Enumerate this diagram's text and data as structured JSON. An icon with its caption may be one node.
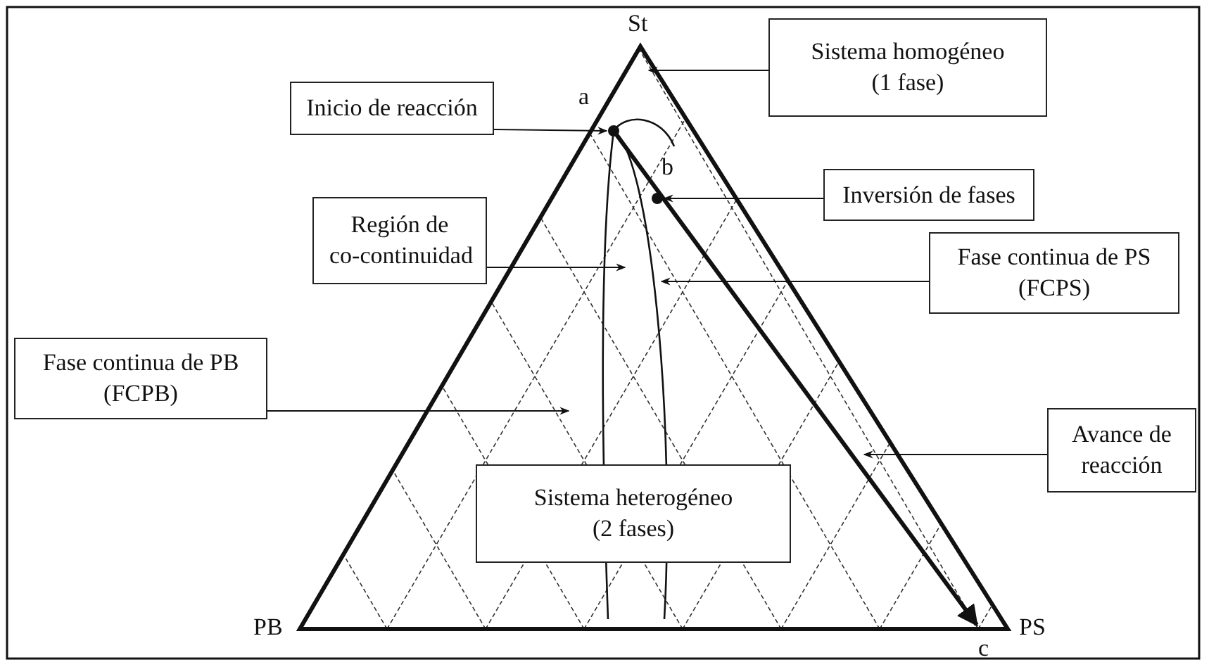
{
  "diagram": {
    "nodes": [
      {
        "text": [
          "Inicio de reacción"
        ]
      },
      {
        "text": [
          "Sistema homogéneo (1 fase)"
        ]
      },
      {
        "text": [
          "Inversión de fases"
        ]
      },
      {
        "text": [
          "Región de co-continuidad"
        ]
      },
      {
        "text": [
          "Fase continua de PS (FCPS)"
        ]
      },
      {
        "text": [
          "Fase continua de PB (FCPB)"
        ]
      },
      {
        "text": [
          "Avance de reacción"
        ]
      },
      {
        "text": [
          "Sistema heterogéneo (2 fases)"
        ]
      },
      {
        "text": [],
        "shape": "circle"
      },
      {
        "text": [],
        "shape": "circle"
      }
    ],
    "edges": [
      {
        "from": 0,
        "to": 8,
        "arrow": "to"
      },
      {
        "from": 1,
        "to": null,
        "arrow": "to"
      },
      {
        "from": 2,
        "to": 9,
        "arrow": "to"
      },
      {
        "from": 3,
        "to": null,
        "arrow": "to"
      },
      {
        "from": 4,
        "to": null,
        "arrow": "to"
      },
      {
        "from": 5,
        "to": null,
        "arrow": "to"
      },
      {
        "from": 6,
        "to": null,
        "arrow": "to"
      }
    ],
    "labels": [
      "St",
      "a",
      "b",
      "PB",
      "PS",
      "c"
    ]
  }
}
